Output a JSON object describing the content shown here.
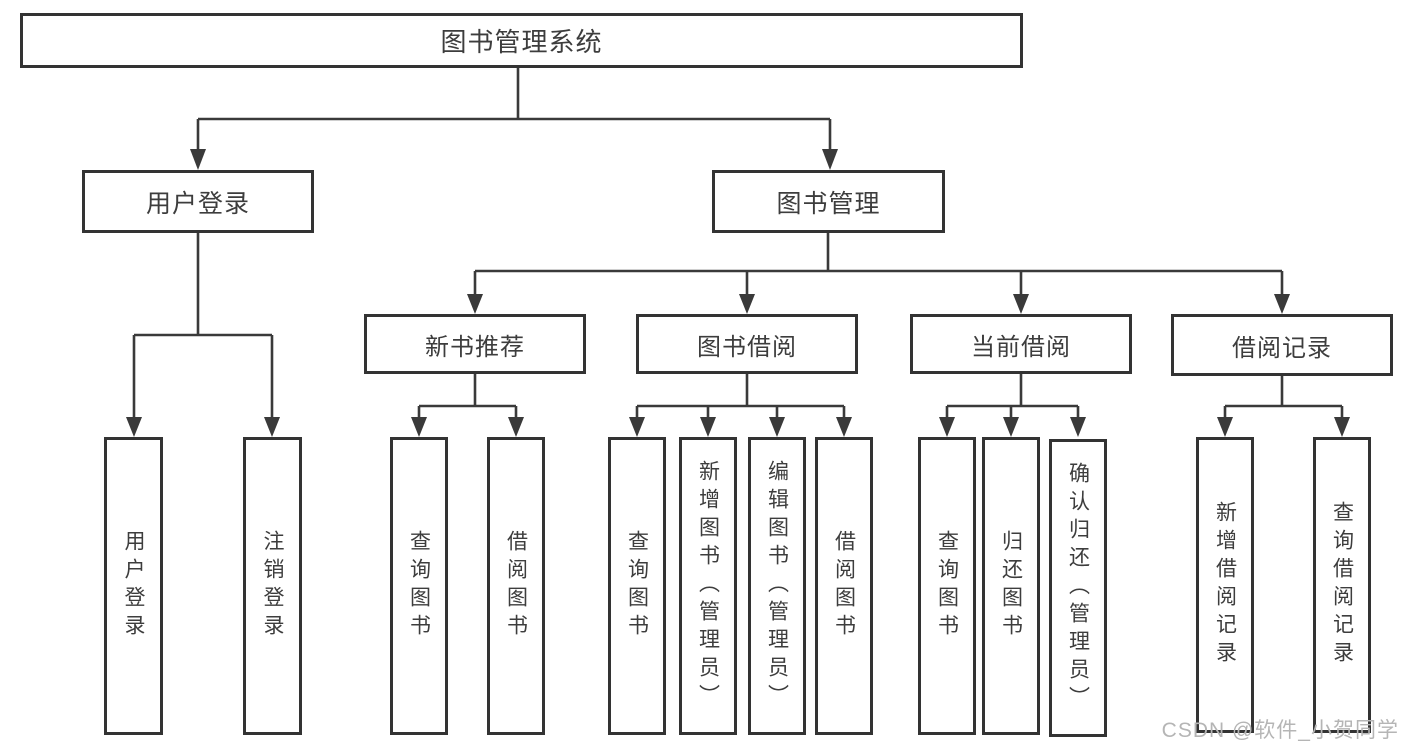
{
  "diagram": {
    "root": {
      "label": "图书管理系统"
    },
    "branches": [
      {
        "label": "用户登录",
        "children": [
          {
            "label": "用户登录"
          },
          {
            "label": "注销登录"
          }
        ]
      },
      {
        "label": "图书管理",
        "children": [
          {
            "label": "新书推荐",
            "children": [
              {
                "label": "查询图书"
              },
              {
                "label": "借阅图书"
              }
            ]
          },
          {
            "label": "图书借阅",
            "children": [
              {
                "label": "查询图书"
              },
              {
                "label": "新增图书（管理员）"
              },
              {
                "label": "编辑图书（管理员）"
              },
              {
                "label": "借阅图书"
              }
            ]
          },
          {
            "label": "当前借阅",
            "children": [
              {
                "label": "查询图书"
              },
              {
                "label": "归还图书"
              },
              {
                "label": "确认归还（管理员）"
              }
            ]
          },
          {
            "label": "借阅记录",
            "children": [
              {
                "label": "新增借阅记录"
              },
              {
                "label": "查询借阅记录"
              }
            ]
          }
        ]
      }
    ]
  },
  "watermark": {
    "text": "CSDN @软件_小贺同学"
  },
  "colors": {
    "line": "#3a3a3a",
    "box_border": "#333333",
    "text": "#3d3d3d",
    "background": "#ffffff",
    "watermark": "#b5b5b5"
  }
}
